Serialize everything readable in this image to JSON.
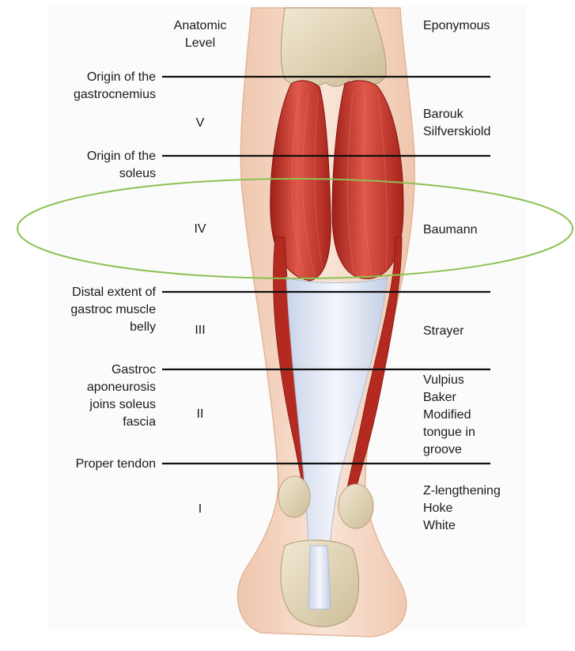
{
  "headers": {
    "level": "Anatomic\nLevel",
    "eponym": "Eponymous"
  },
  "landmarks": [
    "Origin of the\ngastrocnemius",
    "Origin of the\nsoleus",
    "Distal extent of\ngastroc muscle\nbelly",
    "Gastroc\naponeurosis\njoins soleus\nfascia",
    "Proper tendon"
  ],
  "levels": [
    "V",
    "IV",
    "III",
    "II",
    "I"
  ],
  "eponyms": [
    "Barouk\nSilfverskiold",
    "Baumann",
    "Strayer",
    "Vulpius\nBaker\nModified\ntongue in\ngroove",
    "Z-lengthening\nHoke\nWhite"
  ],
  "highlight": {
    "target": "IV",
    "color": "#8cc152"
  },
  "colors": {
    "muscle": "#c9362b",
    "tendon": "#dfe6f2",
    "bone": "#e8dcc0",
    "skin": "#f6d9c6"
  }
}
